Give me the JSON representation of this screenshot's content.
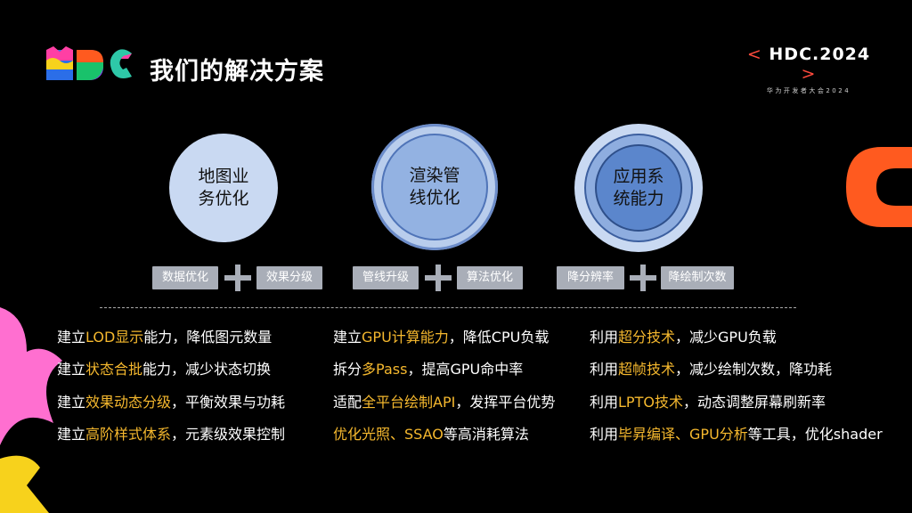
{
  "header": {
    "title": "我们的解决方案",
    "brand_left": "<",
    "brand_main": "HDC.2024",
    "brand_right": ">",
    "brand_sub": "华为开发者大会2024"
  },
  "circles": [
    {
      "line1": "地图业",
      "line2": "务优化"
    },
    {
      "line1": "渲染管",
      "line2": "线优化"
    },
    {
      "line1": "应用系",
      "line2": "统能力"
    }
  ],
  "tags": [
    [
      "数据优化",
      "效果分级"
    ],
    [
      "管线升级",
      "算法优化"
    ],
    [
      "降分辨率",
      "降绘制次数"
    ]
  ],
  "columns": [
    [
      [
        {
          "t": "建立",
          "h": false
        },
        {
          "t": "LOD显示",
          "h": true
        },
        {
          "t": "能力，降低图元数量",
          "h": false
        }
      ],
      [
        {
          "t": "建立",
          "h": false
        },
        {
          "t": "状态合批",
          "h": true
        },
        {
          "t": "能力，减少状态切换",
          "h": false
        }
      ],
      [
        {
          "t": "建立",
          "h": false
        },
        {
          "t": "效果动态分级",
          "h": true
        },
        {
          "t": "，平衡效果与功耗",
          "h": false
        }
      ],
      [
        {
          "t": "建立",
          "h": false
        },
        {
          "t": "高阶样式体系",
          "h": true
        },
        {
          "t": "，元素级效果控制",
          "h": false
        }
      ]
    ],
    [
      [
        {
          "t": "建立",
          "h": false
        },
        {
          "t": "GPU计算能力",
          "h": true
        },
        {
          "t": "，降低CPU负载",
          "h": false
        }
      ],
      [
        {
          "t": "拆分",
          "h": false
        },
        {
          "t": "多Pass",
          "h": true
        },
        {
          "t": "，提高GPU命中率",
          "h": false
        }
      ],
      [
        {
          "t": "适配",
          "h": false
        },
        {
          "t": "全平台绘制API",
          "h": true
        },
        {
          "t": "，发挥平台优势",
          "h": false
        }
      ],
      [
        {
          "t": "优化光照、SSAO",
          "h": true
        },
        {
          "t": "等高消耗算法",
          "h": false
        }
      ]
    ],
    [
      [
        {
          "t": "利用",
          "h": false
        },
        {
          "t": "超分技术",
          "h": true
        },
        {
          "t": "，减少GPU负载",
          "h": false
        }
      ],
      [
        {
          "t": "利用",
          "h": false
        },
        {
          "t": "超帧技术",
          "h": true
        },
        {
          "t": "，减少绘制次数，降功耗",
          "h": false
        }
      ],
      [
        {
          "t": "利用",
          "h": false
        },
        {
          "t": "LPTO技术",
          "h": true
        },
        {
          "t": "，动态调整屏幕刷新率",
          "h": false
        }
      ],
      [
        {
          "t": "利用",
          "h": false
        },
        {
          "t": "毕昇编译、GPU分析",
          "h": true
        },
        {
          "t": "等工具，优化shader",
          "h": false
        }
      ]
    ]
  ],
  "colors": {
    "highlight": "#f5b82e",
    "tag_bg": "#a9aeb8",
    "brand_accent": "#ff4a3d"
  }
}
